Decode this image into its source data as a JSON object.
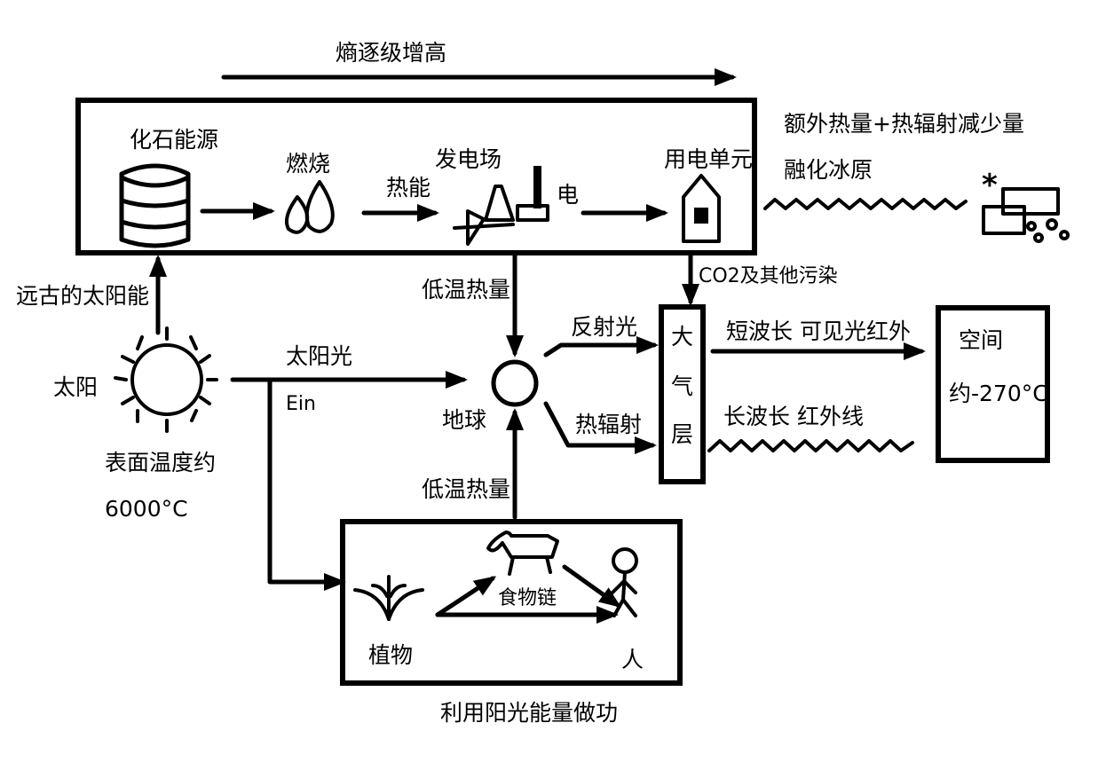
{
  "title": "熵逐级增高",
  "fossil_box": {
    "fossil_energy": "化石能源",
    "burning": "燃烧",
    "heat_energy": "热能",
    "power_plant": "发电场",
    "electricity": "电",
    "power_user": "用电单元"
  },
  "right_top": {
    "extra_heat": "额外热量+热辐射减少量",
    "melt_ice": "融化冰原"
  },
  "sun": {
    "ancient_solar": "远古的太阳能",
    "sun_label": "太阳",
    "surface_temp_label": "表面温度约",
    "surface_temp_value": "6000°C",
    "sunlight": "太阳光",
    "ein": "Ein"
  },
  "earth": {
    "low_heat_top": "低温热量",
    "low_heat_bottom": "低温热量",
    "earth_label": "地球",
    "reflected_light": "反射光",
    "thermal_radiation": "热辐射",
    "pollution": "CO2及其他污染"
  },
  "atmosphere": {
    "chars": [
      "大",
      "气",
      "层"
    ]
  },
  "radiation": {
    "short_wave": "短波长  可见光红外",
    "long_wave": "长波长   红外线"
  },
  "space": {
    "label": "空间",
    "temp": "约-270°C"
  },
  "bio_box": {
    "plant": "植物",
    "food_chain": "食物链",
    "human": "人",
    "caption": "利用阳光能量做功"
  }
}
